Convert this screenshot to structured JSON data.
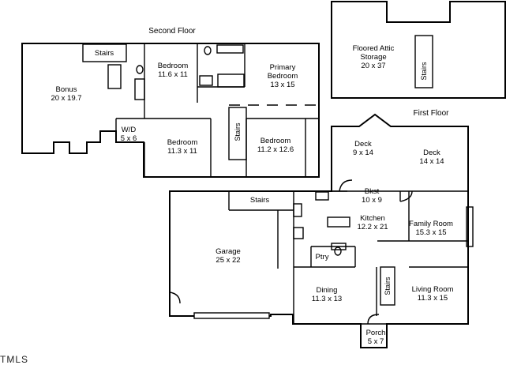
{
  "floors": {
    "second": "Second Floor",
    "first": "First Floor"
  },
  "rooms": {
    "attic": {
      "name": "Floored Attic\nStorage",
      "size": "20 x 37"
    },
    "bonus": {
      "name": "Bonus",
      "size": "20 x 19.7"
    },
    "bedroom_a": {
      "name": "Bedroom",
      "size": "11.6 x 11"
    },
    "primary": {
      "name": "Primary\nBedroom",
      "size": "13 x 15"
    },
    "wd": {
      "name": "W/D",
      "size": "5 x 6"
    },
    "bedroom_b": {
      "name": "Bedroom",
      "size": "11.3 x 11"
    },
    "bedroom_c": {
      "name": "Bedroom",
      "size": "11.2 x 12.6"
    },
    "deck_left": {
      "name": "Deck",
      "size": "9 x 14"
    },
    "deck_right": {
      "name": "Deck",
      "size": "14 x 14"
    },
    "bkst": {
      "name": "Bkst",
      "size": "10 x 9"
    },
    "kitchen": {
      "name": "Kitchen",
      "size": "12.2 x 21"
    },
    "family": {
      "name": "Family Room",
      "size": "15.3 x 15"
    },
    "garage": {
      "name": "Garage",
      "size": "25 x 22"
    },
    "ptry": {
      "name": "Ptry"
    },
    "dining": {
      "name": "Dining",
      "size": "11.3 x 13"
    },
    "living": {
      "name": "Living Room",
      "size": "11.3 x 15"
    },
    "porch": {
      "name": "Porch",
      "size": "5 x 7"
    }
  },
  "stairs": {
    "label": "Stairs"
  },
  "watermark": "TMLS"
}
